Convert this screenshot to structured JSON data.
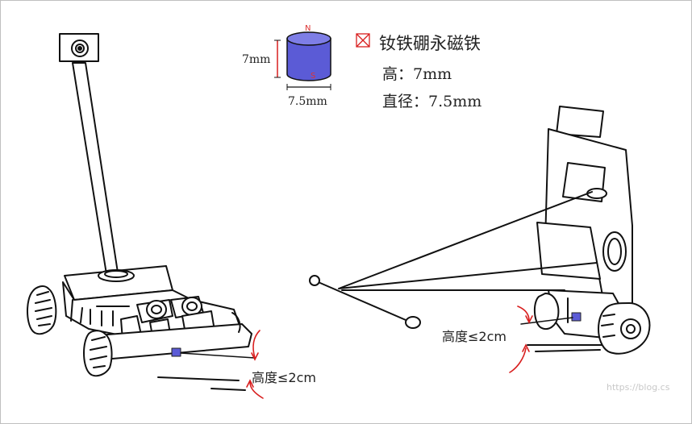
{
  "legend": {
    "title": "钕铁硼永磁铁",
    "height_text": "高：7mm",
    "diameter_text": "直径：7.5mm",
    "marker_icon": "crossed-box-icon"
  },
  "magnet": {
    "height_label": "7mm",
    "diameter_label": "7.5mm",
    "pole_top": "N",
    "pole_bottom": "S",
    "fill_color": "#5b5bd6"
  },
  "annotations": {
    "left_height_limit": "高度≤2cm",
    "right_height_limit": "高度≤2cm"
  },
  "accent_color": "#d81e1e",
  "watermark": "https://blog.cs"
}
